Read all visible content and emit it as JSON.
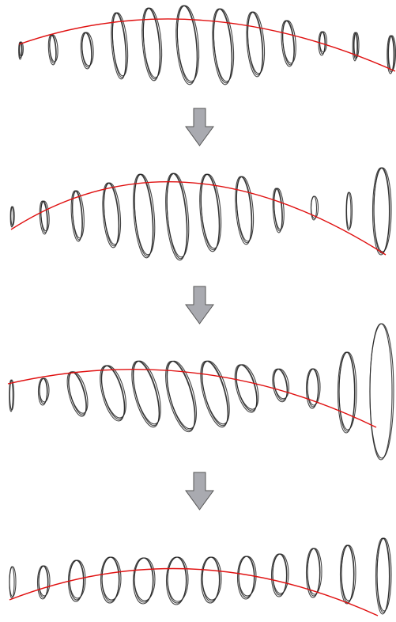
{
  "figure": {
    "panels": [
      {
        "id": "stage-1",
        "slice_count": 12
      },
      {
        "id": "stage-2",
        "slice_count": 12
      },
      {
        "id": "stage-3",
        "slice_count": 12
      },
      {
        "id": "stage-4",
        "slice_count": 12
      }
    ],
    "arrows": [
      {
        "id": "arrow-1",
        "direction": "down"
      },
      {
        "id": "arrow-2",
        "direction": "down"
      },
      {
        "id": "arrow-3",
        "direction": "down"
      }
    ],
    "colors": {
      "curve": "#e01010",
      "contour": "#222222",
      "arrow_fill": "#a9aab0",
      "arrow_stroke": "#555555"
    }
  }
}
